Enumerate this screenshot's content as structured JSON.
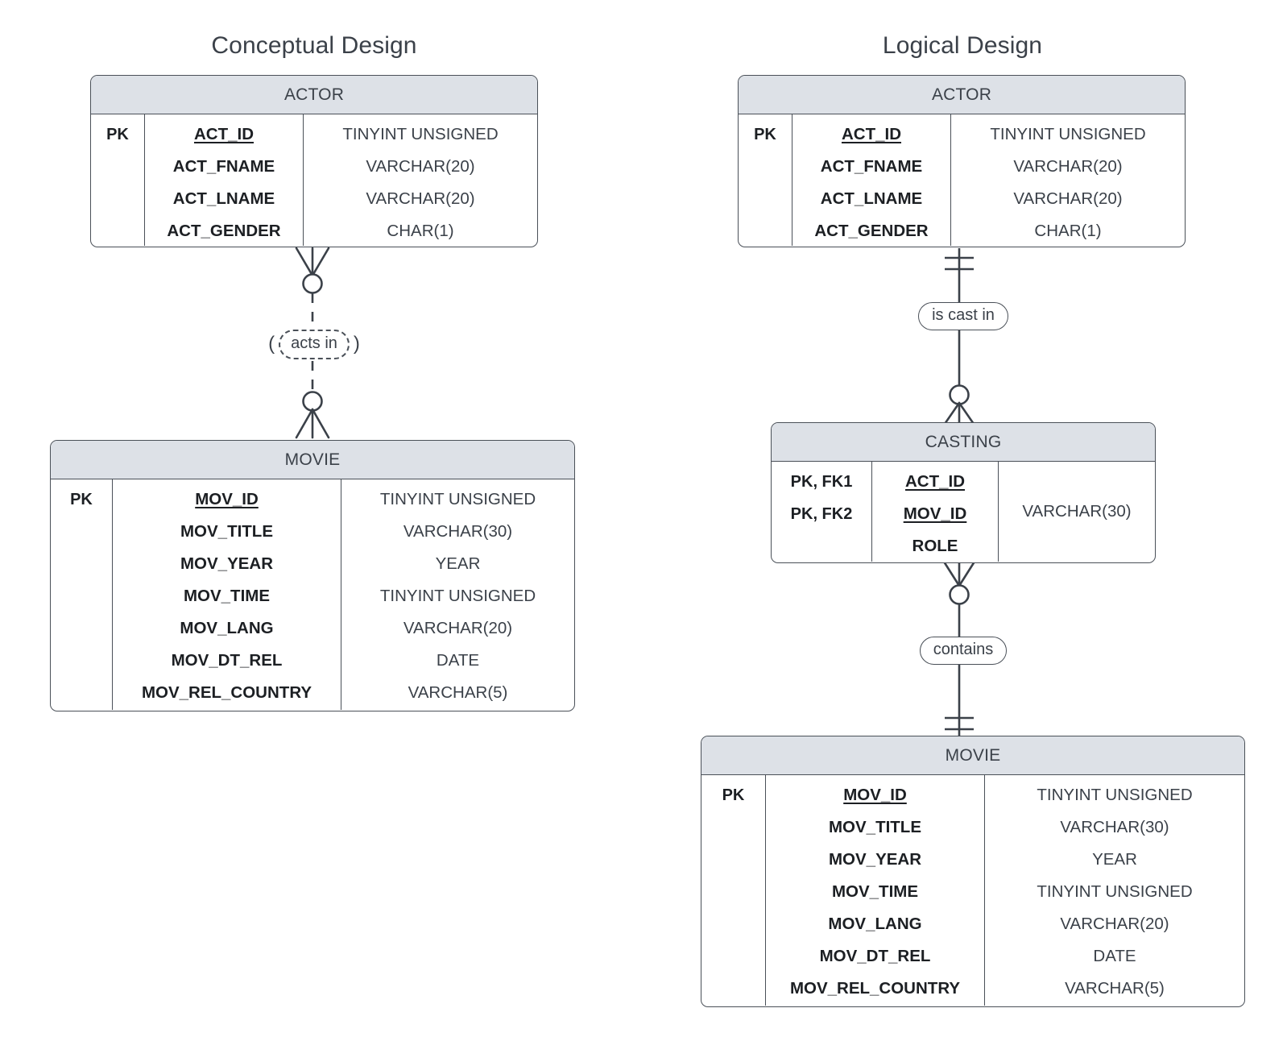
{
  "panels": [
    {
      "title": "Conceptual Design"
    },
    {
      "title": "Logical Design"
    }
  ],
  "entities": {
    "actor_conceptual": {
      "name": "ACTOR",
      "rows": [
        {
          "key": "PK",
          "attr": "ACT_ID",
          "type": "TINYINT UNSIGNED",
          "pk": true
        },
        {
          "key": "",
          "attr": "ACT_FNAME",
          "type": "VARCHAR(20)",
          "pk": false
        },
        {
          "key": "",
          "attr": "ACT_LNAME",
          "type": "VARCHAR(20)",
          "pk": false
        },
        {
          "key": "",
          "attr": "ACT_GENDER",
          "type": "CHAR(1)",
          "pk": false
        }
      ]
    },
    "movie_conceptual": {
      "name": "MOVIE",
      "rows": [
        {
          "key": "PK",
          "attr": "MOV_ID",
          "type": "TINYINT UNSIGNED",
          "pk": true
        },
        {
          "key": "",
          "attr": "MOV_TITLE",
          "type": "VARCHAR(30)",
          "pk": false
        },
        {
          "key": "",
          "attr": "MOV_YEAR",
          "type": "YEAR",
          "pk": false
        },
        {
          "key": "",
          "attr": "MOV_TIME",
          "type": "TINYINT UNSIGNED",
          "pk": false
        },
        {
          "key": "",
          "attr": "MOV_LANG",
          "type": "VARCHAR(20)",
          "pk": false
        },
        {
          "key": "",
          "attr": "MOV_DT_REL",
          "type": "DATE",
          "pk": false
        },
        {
          "key": "",
          "attr": "MOV_REL_COUNTRY",
          "type": "VARCHAR(5)",
          "pk": false
        }
      ]
    },
    "actor_logical": {
      "name": "ACTOR",
      "rows": [
        {
          "key": "PK",
          "attr": "ACT_ID",
          "type": "TINYINT UNSIGNED",
          "pk": true
        },
        {
          "key": "",
          "attr": "ACT_FNAME",
          "type": "VARCHAR(20)",
          "pk": false
        },
        {
          "key": "",
          "attr": "ACT_LNAME",
          "type": "VARCHAR(20)",
          "pk": false
        },
        {
          "key": "",
          "attr": "ACT_GENDER",
          "type": "CHAR(1)",
          "pk": false
        }
      ]
    },
    "casting_logical": {
      "name": "CASTING",
      "merged_type": "VARCHAR(30)",
      "rows": [
        {
          "key": "PK, FK1",
          "attr": "ACT_ID",
          "type": "",
          "pk": true
        },
        {
          "key": "PK, FK2",
          "attr": "MOV_ID",
          "type": "",
          "pk": true
        },
        {
          "key": "",
          "attr": "ROLE",
          "type": "",
          "pk": false
        }
      ]
    },
    "movie_logical": {
      "name": "MOVIE",
      "rows": [
        {
          "key": "PK",
          "attr": "MOV_ID",
          "type": "TINYINT UNSIGNED",
          "pk": true
        },
        {
          "key": "",
          "attr": "MOV_TITLE",
          "type": "VARCHAR(30)",
          "pk": false
        },
        {
          "key": "",
          "attr": "MOV_YEAR",
          "type": "YEAR",
          "pk": false
        },
        {
          "key": "",
          "attr": "MOV_TIME",
          "type": "TINYINT UNSIGNED",
          "pk": false
        },
        {
          "key": "",
          "attr": "MOV_LANG",
          "type": "VARCHAR(20)",
          "pk": false
        },
        {
          "key": "",
          "attr": "MOV_DT_REL",
          "type": "DATE",
          "pk": false
        },
        {
          "key": "",
          "attr": "MOV_REL_COUNTRY",
          "type": "VARCHAR(5)",
          "pk": false
        }
      ]
    }
  },
  "relationships": [
    {
      "id": "acts-in",
      "label": "acts in",
      "from": "ACTOR",
      "to": "MOVIE",
      "style": "dashed",
      "open_paren": "(",
      "close_paren": ")",
      "from_cardinality": "zero-or-many",
      "to_cardinality": "zero-or-many"
    },
    {
      "id": "is-cast-in",
      "label": "is cast in",
      "from": "ACTOR",
      "to": "CASTING",
      "style": "solid",
      "from_cardinality": "exactly-one",
      "to_cardinality": "zero-or-many"
    },
    {
      "id": "contains",
      "label": "contains",
      "from": "CASTING",
      "to": "MOVIE",
      "style": "solid",
      "from_cardinality": "zero-or-many",
      "to_cardinality": "exactly-one"
    }
  ],
  "colors": {
    "header_fill": "#dde1e7",
    "stroke": "#4a5058",
    "text": "#3b4149",
    "background": "#ffffff"
  }
}
